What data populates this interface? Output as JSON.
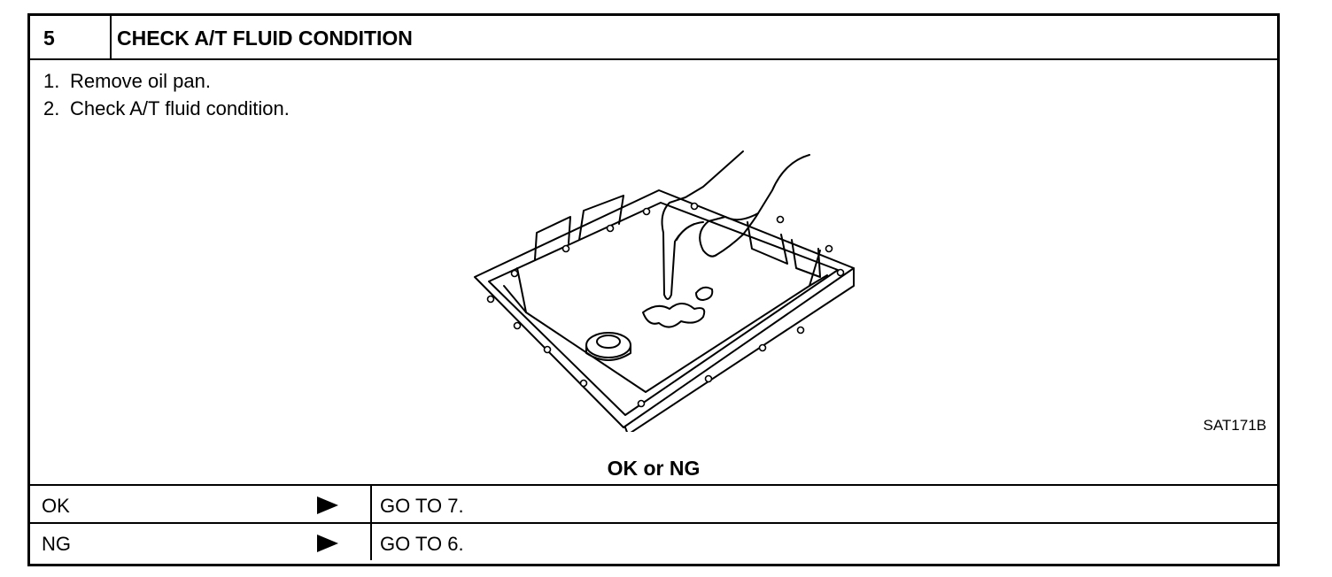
{
  "header": {
    "step_number": "5",
    "title": "CHECK A/T FLUID CONDITION"
  },
  "steps": [
    {
      "num": "1.",
      "text": "Remove oil pan."
    },
    {
      "num": "2.",
      "text": "Check A/T fluid condition."
    }
  ],
  "figure": {
    "code": "SAT171B",
    "icon": "oil-pan-finger-illustration"
  },
  "question": "OK or NG",
  "results": [
    {
      "label": "OK",
      "action": "GO TO 7."
    },
    {
      "label": "NG",
      "action": "GO TO 6."
    }
  ]
}
